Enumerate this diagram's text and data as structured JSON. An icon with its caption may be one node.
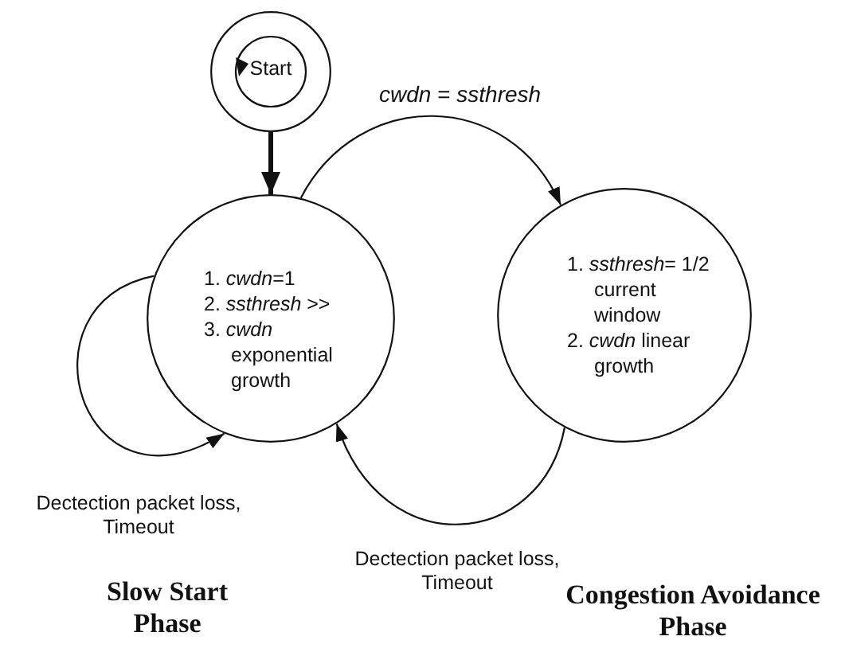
{
  "diagram": {
    "nodes": [
      {
        "text": [
          "Start"
        ]
      },
      {
        "text": [
          "1. *cwdn*=1",
          "2. *ssthresh* >>",
          "3. *cwdn* exponential growth"
        ]
      },
      {
        "text": [
          "1. *ssthresh*= 1/2 current window",
          "2. *cwdn* linear growth"
        ]
      }
    ],
    "edges": [
      {
        "from": 0,
        "to": 1,
        "arrow": "to",
        "style": "thick"
      },
      {
        "from": 1,
        "to": 2,
        "arrow": "to",
        "label": "*cwdn* = *ssthresh*"
      },
      {
        "from": 1,
        "to": 1,
        "arrow": "to",
        "label": "Dectection packet loss, Timeout"
      },
      {
        "from": 2,
        "to": 1,
        "arrow": "to",
        "label": "Dectection packet loss, Timeout"
      }
    ],
    "labels": [
      "Slow Start Phase",
      "Congestion Avoidance Phase"
    ]
  }
}
